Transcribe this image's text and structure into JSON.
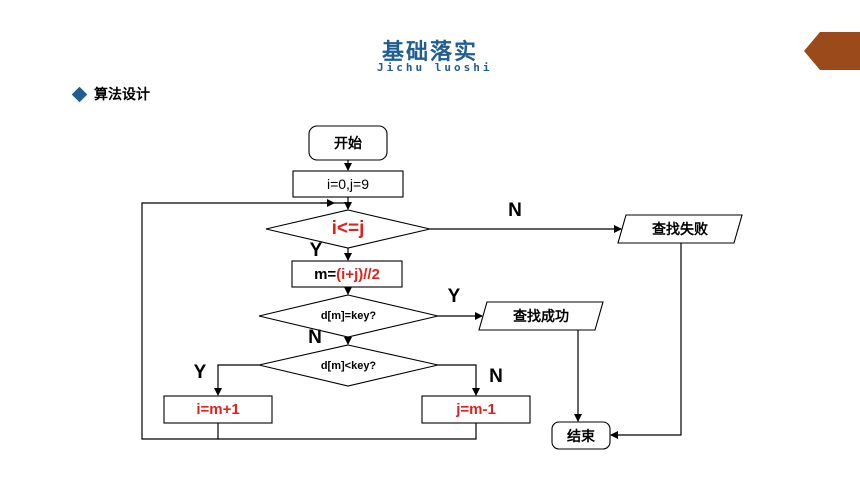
{
  "header": {
    "title": "基础落实",
    "subtitle": "Jichu  luoshi"
  },
  "section": {
    "label": "算法设计"
  },
  "flowchart": {
    "start": "开始",
    "init": "i=0,j=9",
    "cond_loop": "i<=j",
    "compute_prefix": "m=",
    "compute_expr": "(i+j)//2",
    "cond_equal": "d[m]=key?",
    "cond_less": "d[m]<key?",
    "assign_i": "i=m+1",
    "assign_j": "j=m-1",
    "fail": "查找失败",
    "success": "查找成功",
    "end": "结束",
    "label_loop_no": "N",
    "label_loop_yes": "Y",
    "label_equal_yes": "Y",
    "label_equal_no": "N",
    "label_less_yes": "Y",
    "label_less_no": "N"
  },
  "colors": {
    "accent": "#1f5d93",
    "tab": "#9b4a1b",
    "highlight": "#e3201b"
  }
}
